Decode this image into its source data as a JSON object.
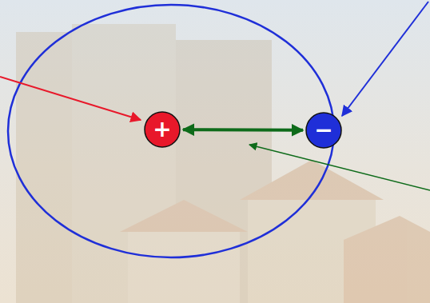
{
  "diagram": {
    "nodes": [
      {
        "text": [
          "+"
        ]
      },
      {
        "text": [
          "−"
        ]
      }
    ],
    "edges": [
      {
        "from": 0,
        "to": 1,
        "arrow": "both"
      }
    ]
  }
}
